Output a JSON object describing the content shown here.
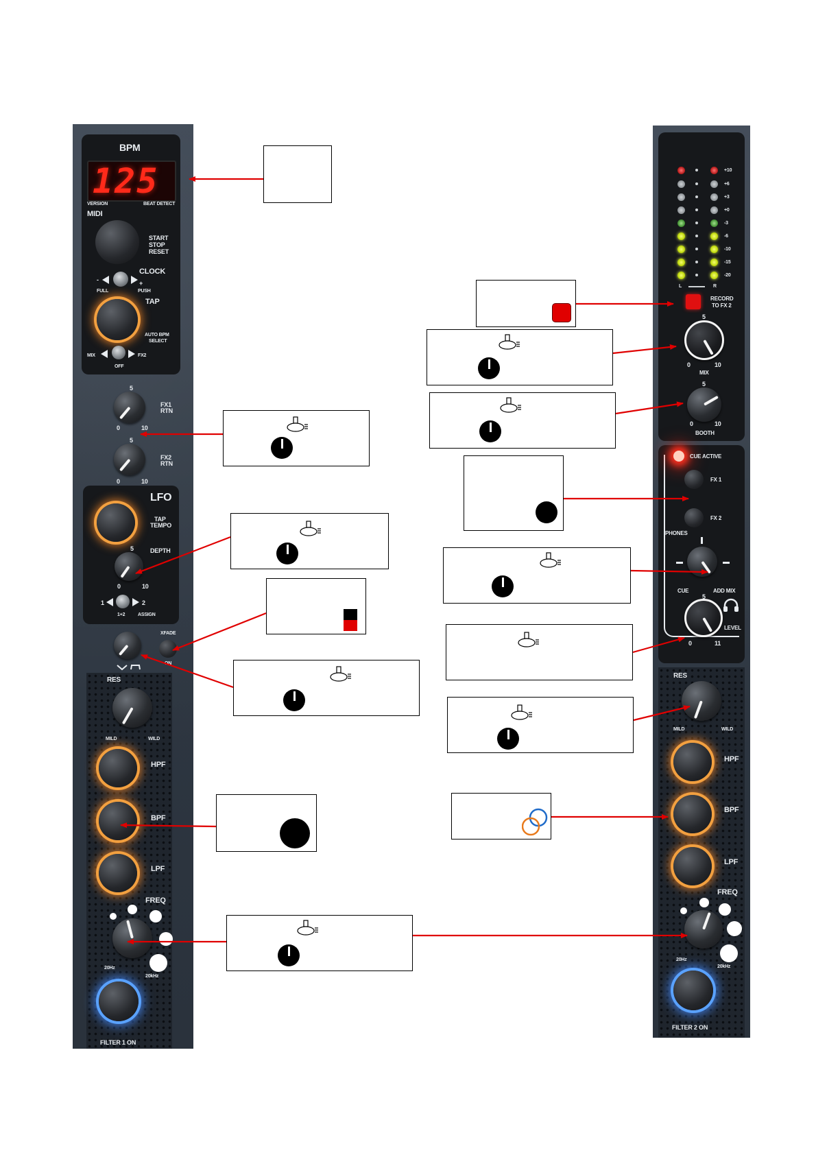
{
  "left_strip": {
    "bpm_label": "BPM",
    "bpm_value": "125",
    "version_label": "VERSION",
    "beat_detect_label": "BEAT DETECT",
    "midi_label": "MIDI",
    "start_stop_reset_label": [
      "START",
      "STOP",
      "RESET"
    ],
    "clock_label": "CLOCK",
    "full_label": "FULL",
    "push_label": "PUSH",
    "minus_label": "-",
    "plus_label": "+",
    "tap_label": "TAP",
    "auto_bpm_label": [
      "AUTO BPM",
      "SELECT"
    ],
    "mix_label": "MIX",
    "fx2_label": "FX2",
    "off_label": "OFF",
    "scale_5": "5",
    "scale_0": "0",
    "scale_10": "10",
    "fx1_rtn_label": [
      "FX1",
      "RTN"
    ],
    "fx2_rtn_label": [
      "FX2",
      "RTN"
    ],
    "lfo_label": "LFO",
    "tap_tempo_label": [
      "TAP",
      "TEMPO"
    ],
    "depth_label": "DEPTH",
    "assign_1": "1",
    "assign_2": "2",
    "one_plus_two_label": "1+2",
    "assign_label": "ASSIGN",
    "xfade_label": "XFADE",
    "on_label": "ON",
    "res_label": "RES",
    "mild_label": "MILD",
    "wild_label": "WILD",
    "hpf_label": "HPF",
    "bpf_label": "BPF",
    "lpf_label": "LPF",
    "freq_label": "FREQ",
    "hz20_label": "20Hz",
    "khz20_label": "20kHz",
    "filter_on_label": "FILTER 1 ON"
  },
  "right_strip": {
    "meter_scale": [
      "+10",
      "+6",
      "+3",
      "+0",
      "-3",
      "-6",
      "-10",
      "-15",
      "-20"
    ],
    "meter_l": "L",
    "meter_r": "R",
    "record_label": [
      "RECORD",
      "TO FX 2"
    ],
    "scale_5": "5",
    "scale_0": "0",
    "scale_10": "10",
    "scale_11": "11",
    "mix_label": "MIX",
    "booth_label": "BOOTH",
    "cue_active_label": "CUE ACTIVE",
    "fx1_label": "FX 1",
    "fx2_label": "FX 2",
    "phones_label": "PHONES",
    "cue_label": "CUE",
    "add_mix_label": "ADD MIX",
    "level_label": "LEVEL",
    "res_label": "RES",
    "mild_label": "MILD",
    "wild_label": "WILD",
    "hpf_label": "HPF",
    "bpf_label": "BPF",
    "lpf_label": "LPF",
    "freq_label": "FREQ",
    "hz20_label": "20Hz",
    "khz20_label": "20kHz",
    "filter_on_label": "FILTER 2 ON"
  },
  "colors": {
    "arrow": "#e00000",
    "bpm_display": "#ff2a1a",
    "led_yellow": "#d8f000",
    "button_glow_orange": "#f2a040",
    "button_glow_blue": "#5aa2ff",
    "record_button": "#e01010",
    "cue_led": "#ff3020"
  },
  "callouts": [
    {
      "id": "bpm-display",
      "icon": "blank"
    },
    {
      "id": "fx-return",
      "icon": "potentiometer-knob-icon"
    },
    {
      "id": "lfo-depth",
      "icon": "potentiometer-knob-icon"
    },
    {
      "id": "lfo-assign-switch",
      "icon": "switch-icon"
    },
    {
      "id": "xfade",
      "icon": "potentiometer-knob-icon"
    },
    {
      "id": "filter-buttons",
      "icon": "button-icon"
    },
    {
      "id": "filter-freq",
      "icon": "potentiometer-knob-icon"
    },
    {
      "id": "record",
      "icon": "red-button-icon"
    },
    {
      "id": "mix",
      "icon": "potentiometer-knob-icon"
    },
    {
      "id": "booth",
      "icon": "potentiometer-knob-icon"
    },
    {
      "id": "cue-buttons",
      "icon": "button-icon"
    },
    {
      "id": "cue-mix",
      "icon": "potentiometer-knob-icon"
    },
    {
      "id": "phones-level",
      "icon": "potentiometer-icon"
    },
    {
      "id": "res",
      "icon": "potentiometer-knob-icon"
    },
    {
      "id": "led-rings",
      "icon": "led-ring-icon"
    }
  ]
}
